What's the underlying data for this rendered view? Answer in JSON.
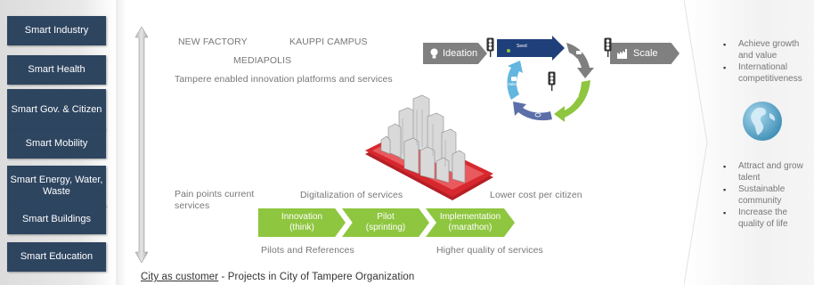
{
  "sectors": [
    {
      "label": "Smart Industry"
    },
    {
      "label": "Smart Health"
    },
    {
      "label": "Smart Gov. & Citizen"
    },
    {
      "label": "Smart Mobility"
    },
    {
      "label": "Smart Energy, Water, Waste"
    },
    {
      "label": "Smart Buildings"
    },
    {
      "label": "Smart Education"
    }
  ],
  "platforms": {
    "new_factory": "NEW FACTORY",
    "kauppi_campus": "KAUPPI CAMPUS",
    "mediapolis": "MEDIAPOLIS",
    "caption": "Tampere enabled innovation platforms and services"
  },
  "process": {
    "ideation": "Ideation",
    "scale": "Scale",
    "cycle": {
      "seed": "Seed",
      "develop": "Develop",
      "partner": "Partner",
      "test": "Test",
      "validate": "Validate"
    }
  },
  "mid": {
    "pain_points": "Pain points current services",
    "digitalization": "Digitalization of services",
    "lower_cost": "Lower cost per citizen"
  },
  "chevrons": [
    {
      "title": "Innovation",
      "sub": "(think)"
    },
    {
      "title": "Pilot",
      "sub": "(sprinting)"
    },
    {
      "title": "Implementation",
      "sub": "(marathon)"
    }
  ],
  "bottom": {
    "pilots": "Pilots and References",
    "quality": "Higher quality of services"
  },
  "footer": {
    "underlined": "City as customer",
    "rest": " - Projects in City of Tampere Organization"
  },
  "outcomes_top": [
    "Achieve growth and value",
    "International competitiveness"
  ],
  "outcomes_bottom": [
    "Attract and grow talent",
    "Sustainable community",
    "Increase the quality of life"
  ],
  "colors": {
    "sector_bg": "#2e4560",
    "chevron_green": "#8ec63f",
    "process_gray": "#808080",
    "seed_navy": "#1f3f7a",
    "phone_red": "#d7282f"
  }
}
